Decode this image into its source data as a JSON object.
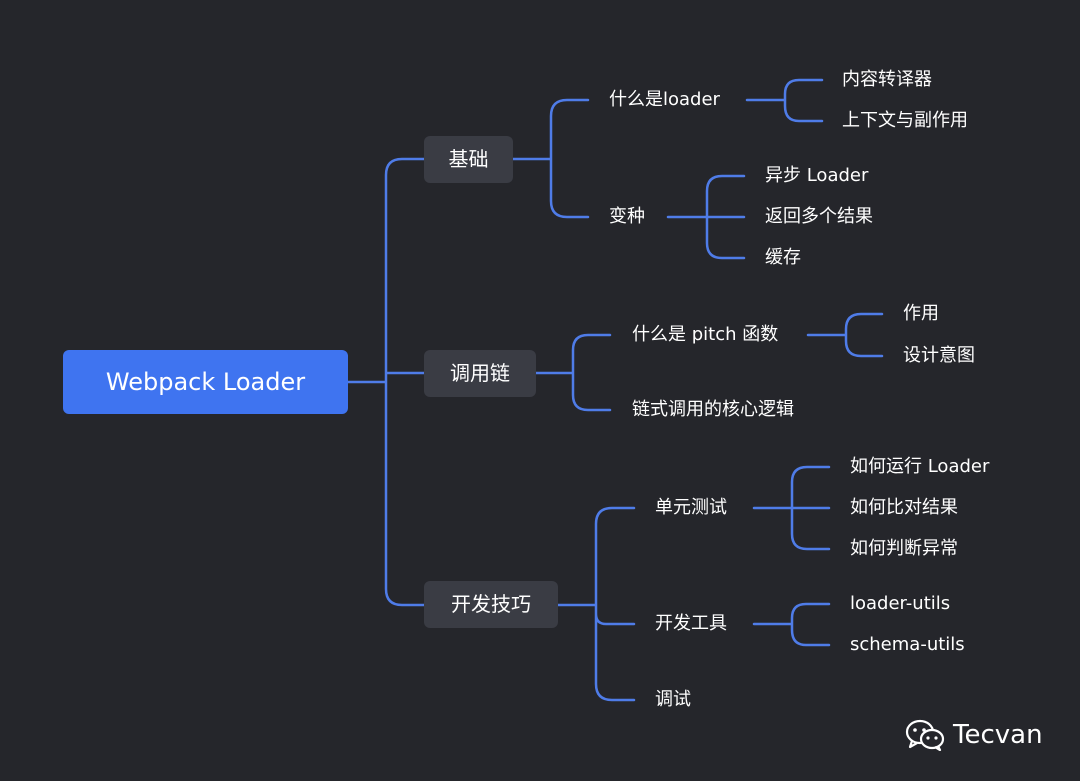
{
  "root": {
    "label": "Webpack Loader"
  },
  "branches": [
    {
      "label": "基础",
      "children": [
        {
          "label": "什么是loader",
          "children": [
            "内容转译器",
            "上下文与副作用"
          ]
        },
        {
          "label": "变种",
          "children": [
            "异步 Loader",
            "返回多个结果",
            "缓存"
          ]
        }
      ]
    },
    {
      "label": "调用链",
      "children": [
        {
          "label": "什么是 pitch 函数",
          "children": [
            "作用",
            "设计意图"
          ]
        },
        {
          "label": "链式调用的核心逻辑",
          "children": []
        }
      ]
    },
    {
      "label": "开发技巧",
      "children": [
        {
          "label": "单元测试",
          "children": [
            "如何运行 Loader",
            "如何比对结果",
            "如何判断异常"
          ]
        },
        {
          "label": "开发工具",
          "children": [
            "loader-utils",
            "schema-utils"
          ]
        },
        {
          "label": "调试",
          "children": []
        }
      ]
    }
  ],
  "watermark": {
    "icon": "wechat-icon",
    "text": "Tecvan"
  },
  "colors": {
    "background": "#25262b",
    "connector": "#4f7ce8",
    "root": "#3f74f0",
    "branch": "#3a3c44"
  }
}
